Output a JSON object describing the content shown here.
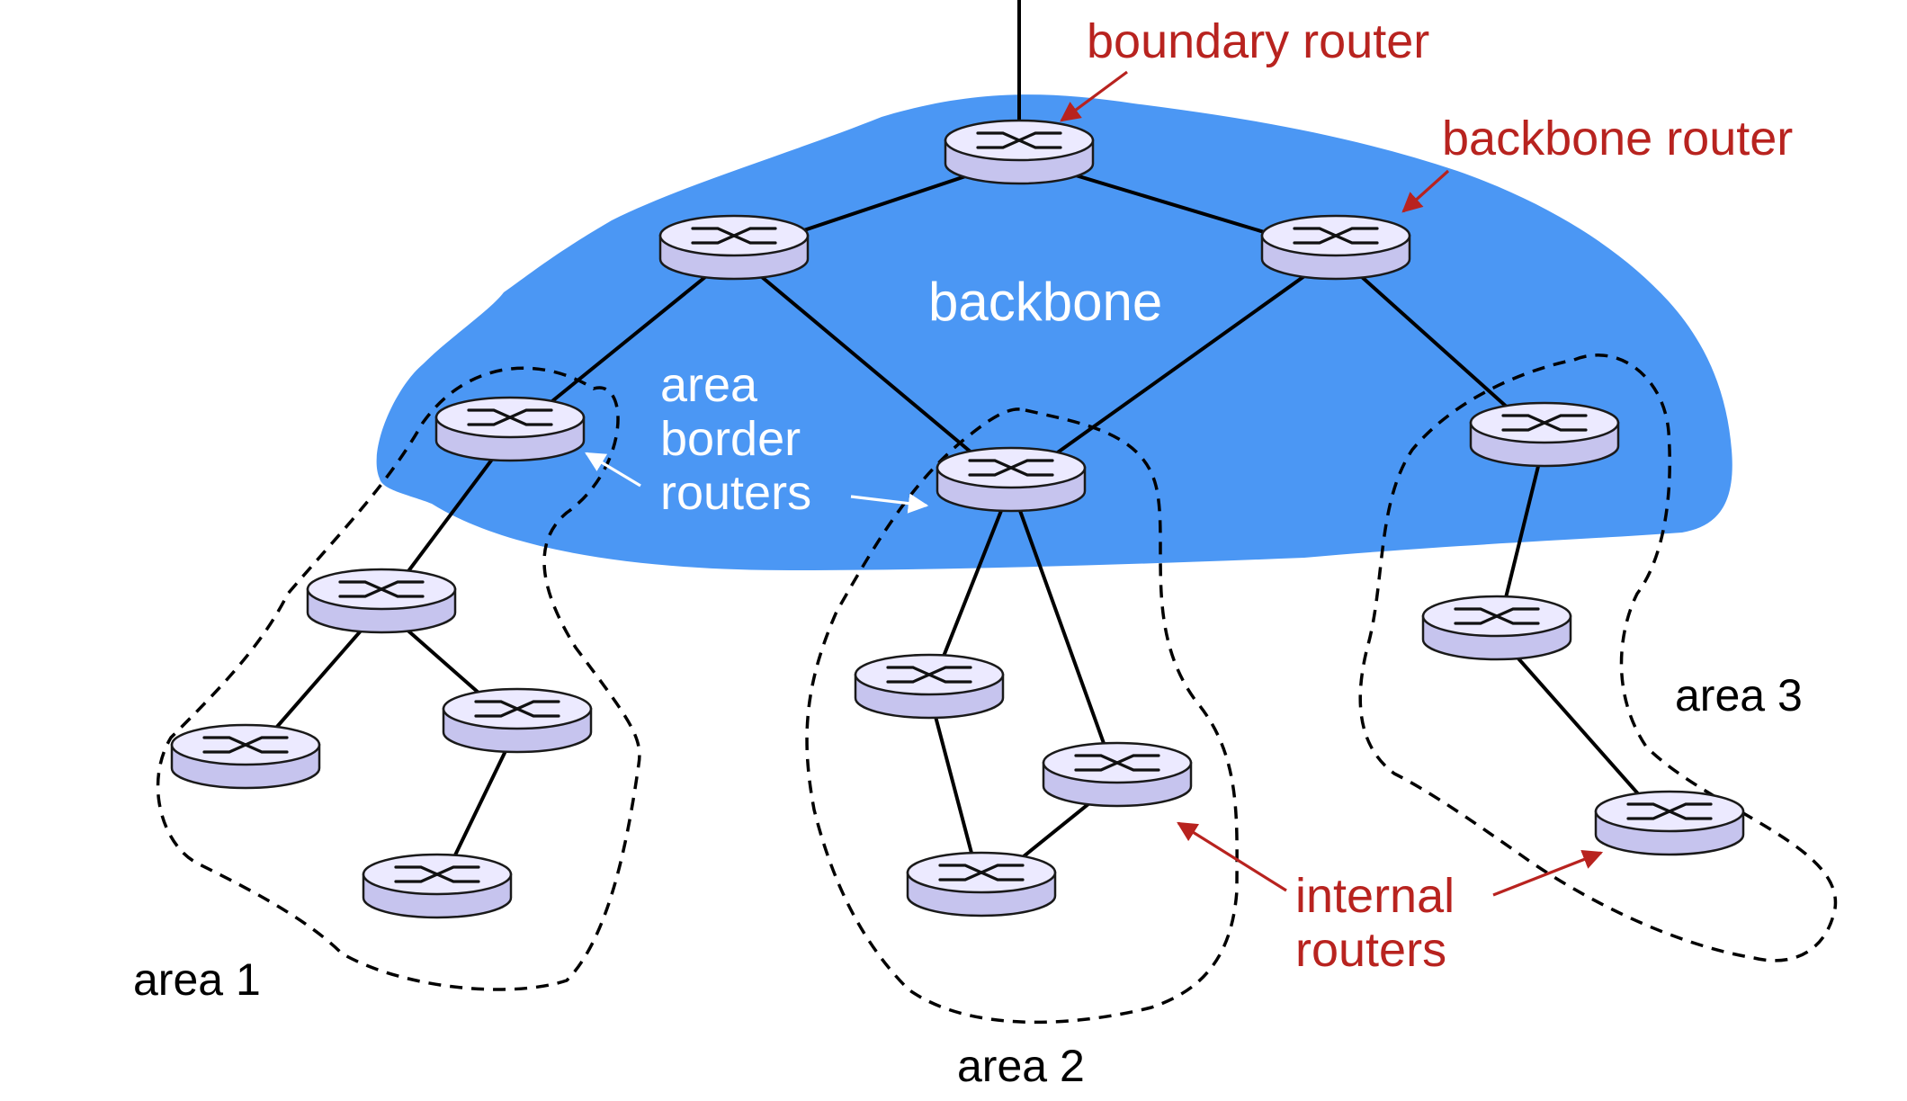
{
  "colors": {
    "backbone_fill": "#4b97f4",
    "router_top": "#eceaff",
    "router_side": "#c6c4ee",
    "router_stroke": "#1a1a1a",
    "annotation": "#b8231f",
    "link": "#000000"
  },
  "labels": {
    "boundary_router": "boundary router",
    "backbone_router": "backbone router",
    "backbone": "backbone",
    "area_border_routers": [
      "area",
      "border",
      "routers"
    ],
    "internal_routers": [
      "internal",
      "routers"
    ],
    "area1": "area 1",
    "area2": "area 2",
    "area3": "area 3"
  },
  "icons": {
    "router": "router-icon"
  }
}
